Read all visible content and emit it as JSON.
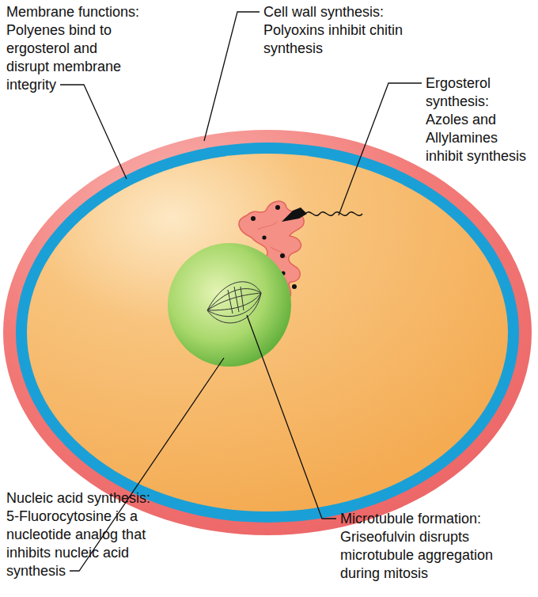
{
  "diagram": {
    "labels": [
      "Membrane functions: Polyenes bind to ergosterol and disrupt membrane integrity",
      "Cell wall synthesis: Polyoxins inhibit chitin synthesis",
      "Ergosterol synthesis: Azoles and Allylamines inhibit synthesis",
      "Nucleic acid synthesis: 5-Fluorocytosine is a nucleotide analog that inhibits nucleic acid synthesis",
      "Microtubule formation: Griseofulvin disrupts microtubule aggregation during mitosis"
    ]
  }
}
